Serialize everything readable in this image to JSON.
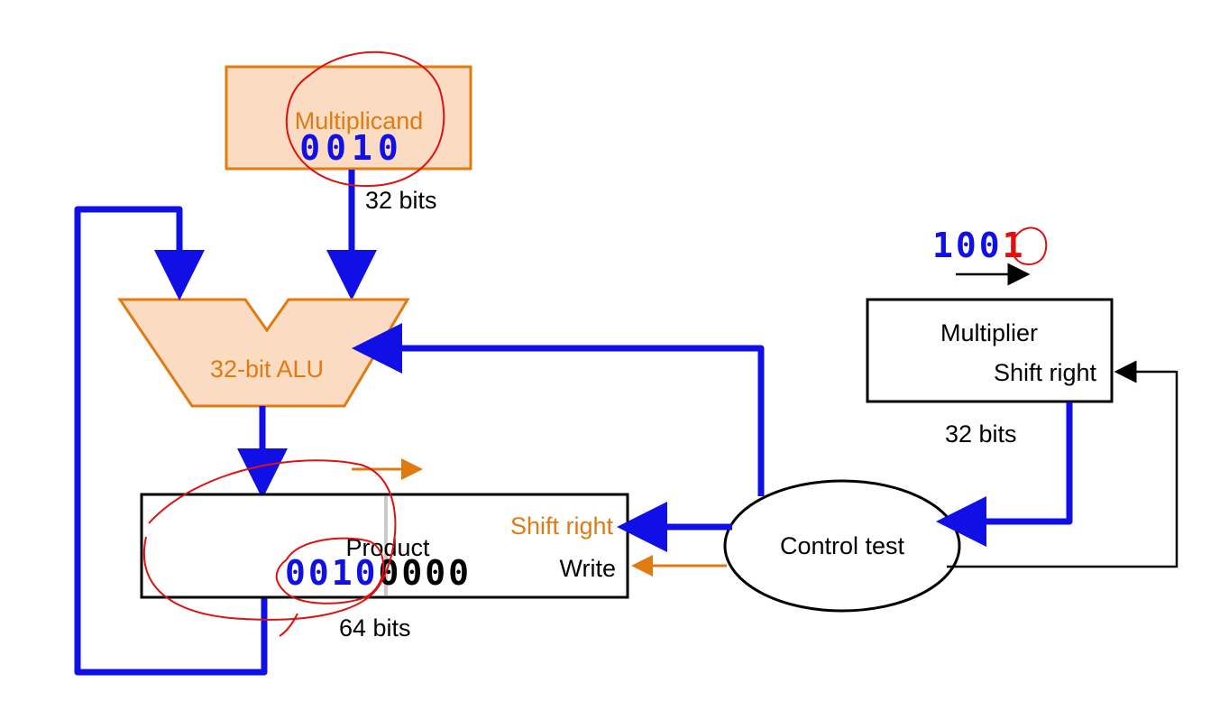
{
  "multiplicand": {
    "label": "Multiplicand",
    "value": "0010",
    "width": "32 bits"
  },
  "alu": {
    "label": "32-bit ALU"
  },
  "multiplier": {
    "label": "Multiplier",
    "shift": "Shift right",
    "width": "32 bits",
    "bits_blue": "100",
    "bit_red": "1"
  },
  "product": {
    "label": "Product",
    "shift": "Shift right",
    "write": "Write",
    "value_blue": "0010",
    "value_black": "0000",
    "width": "64 bits"
  },
  "control": {
    "label": "Control test"
  },
  "colors": {
    "orange": "#e07b12",
    "orange_fill": "#fbdcc2",
    "blue": "#1010e6",
    "red": "#e01010",
    "black": "#000000"
  }
}
